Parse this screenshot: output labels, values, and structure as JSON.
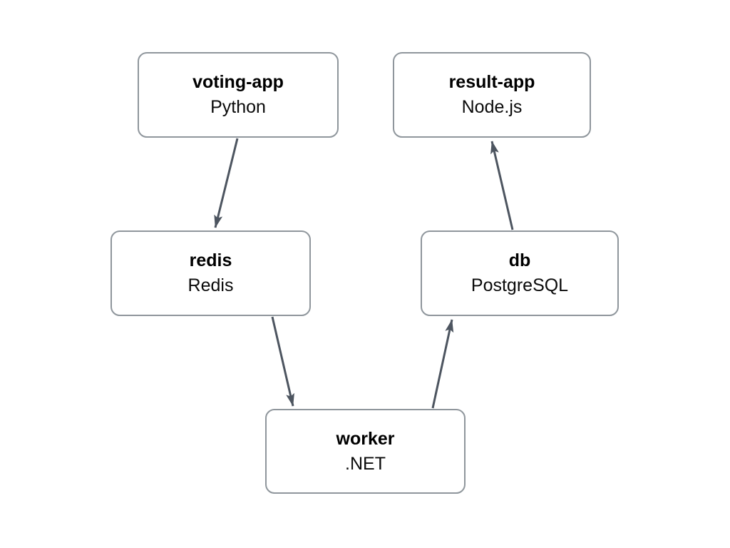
{
  "diagram_type": "architecture-flow",
  "nodes": [
    {
      "id": "voting-app",
      "name": "voting-app",
      "tech": "Python"
    },
    {
      "id": "result-app",
      "name": "result-app",
      "tech": "Node.js"
    },
    {
      "id": "redis",
      "name": "redis",
      "tech": "Redis"
    },
    {
      "id": "db",
      "name": "db",
      "tech": "PostgreSQL"
    },
    {
      "id": "worker",
      "name": "worker",
      "tech": ".NET"
    }
  ],
  "edges": [
    {
      "from": "voting-app",
      "to": "redis"
    },
    {
      "from": "redis",
      "to": "worker"
    },
    {
      "from": "worker",
      "to": "db"
    },
    {
      "from": "db",
      "to": "result-app"
    }
  ],
  "colors": {
    "canvas_background": "#ffffff",
    "node_background": "#ffffff",
    "node_border": "#8f969c",
    "node_text": "#000000",
    "arrow": "#4d5560"
  }
}
